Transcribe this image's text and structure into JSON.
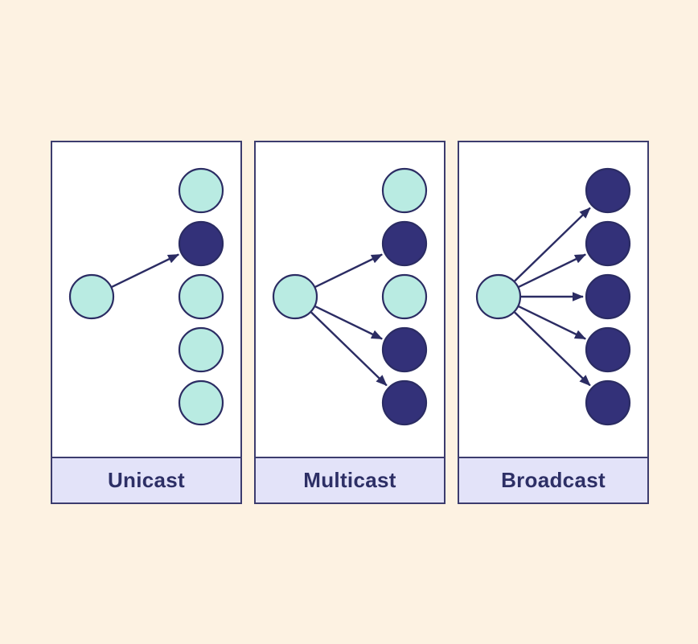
{
  "page": {
    "background": "#fdf2e2"
  },
  "colors": {
    "panel_bg": "#ffffff",
    "panel_border": "#3c3c6e",
    "label_bg": "#e3e3f9",
    "label_text": "#2d2f66",
    "node_source_fill": "#b9ebe2",
    "node_receiver_idle_fill": "#b9ebe2",
    "node_receiver_target_fill": "#333179",
    "node_stroke": "#2b2c63",
    "arrow": "#2b2c63"
  },
  "panels": [
    {
      "label": "Unicast",
      "receiver_count": 5,
      "targets": [
        1
      ]
    },
    {
      "label": "Multicast",
      "receiver_count": 5,
      "targets": [
        1,
        3,
        4
      ]
    },
    {
      "label": "Broadcast",
      "receiver_count": 5,
      "targets": [
        0,
        1,
        2,
        3,
        4
      ]
    }
  ]
}
